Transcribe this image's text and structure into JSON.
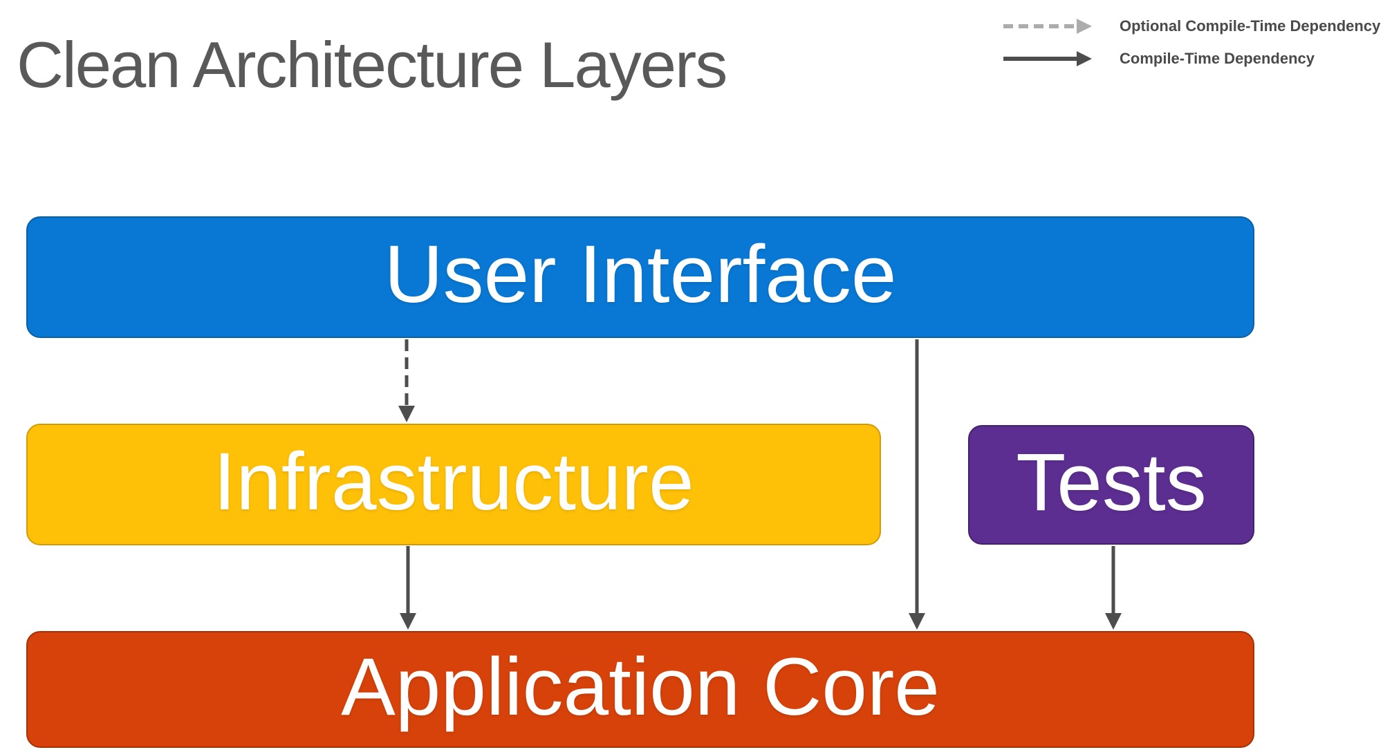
{
  "title": "Clean Architecture Layers",
  "legend": {
    "items": [
      {
        "label": "Optional Compile-Time Dependency",
        "line_style": "dashed"
      },
      {
        "label": "Compile-Time Dependency",
        "line_style": "solid"
      }
    ]
  },
  "boxes": {
    "user_interface": {
      "label": "User Interface"
    },
    "infrastructure": {
      "label": "Infrastructure"
    },
    "tests": {
      "label": "Tests"
    },
    "application_core": {
      "label": "Application Core"
    }
  },
  "arrows": [
    {
      "from": "User Interface",
      "to": "Infrastructure",
      "type": "Optional Compile-Time Dependency"
    },
    {
      "from": "User Interface",
      "to": "Application Core",
      "type": "Compile-Time Dependency"
    },
    {
      "from": "Infrastructure",
      "to": "Application Core",
      "type": "Compile-Time Dependency"
    },
    {
      "from": "Tests",
      "to": "Application Core",
      "type": "Compile-Time Dependency"
    }
  ],
  "colors": {
    "background": "#FFFFFF",
    "title-text": "#595959",
    "legend-text": "#4A4A4A",
    "legend-dashed": "#ACACAC",
    "legend-solid": "#4D4D4D",
    "arrow": "#4D4D4D",
    "box-text": "#FFFFFF",
    "box-blue": "#0878D4",
    "box-blue-border": "#0B5FA4",
    "box-yellow": "#FFC008",
    "box-yellow-border": "#D29B06",
    "box-purple": "#5C2E91",
    "box-purple-border": "#42216B",
    "box-red": "#D6420A",
    "box-red-border": "#A33307"
  }
}
